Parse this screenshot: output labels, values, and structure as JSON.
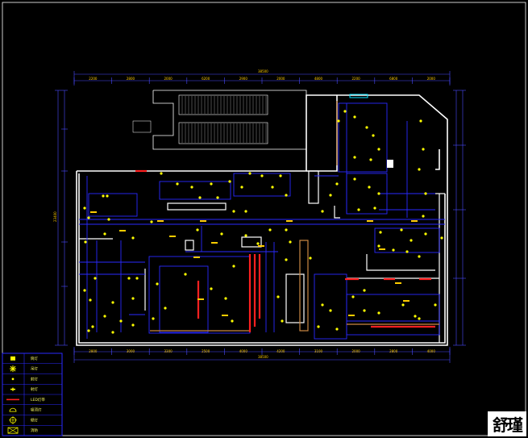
{
  "drawing": {
    "overall_width_top": "38500",
    "overall_width_bottom": "38500",
    "overall_height_left": "23400",
    "top_segments": [
      "2200",
      "2800",
      "2000",
      "6200",
      "2900",
      "2000",
      "4800",
      "2200",
      "6800",
      "2000"
    ],
    "bottom_segments": [
      "2800",
      "3000",
      "3300",
      "2500",
      "4000",
      "4200",
      "3100",
      "2000",
      "2800",
      "4000"
    ]
  },
  "legend": {
    "rows": [
      {
        "symbol": "square-lamp-icon",
        "label": "筒灯"
      },
      {
        "symbol": "chandelier-icon",
        "label": "吊灯"
      },
      {
        "symbol": "dot-lamp-icon",
        "label": "射灯"
      },
      {
        "symbol": "spot-icon",
        "label": "射灯"
      },
      {
        "symbol": "led-strip-icon",
        "label": "LED灯带"
      },
      {
        "symbol": "dome-lamp-icon",
        "label": "吸顶灯"
      },
      {
        "symbol": "target-icon",
        "label": "壁灯"
      },
      {
        "symbol": "exit-sign-icon",
        "label": "消防"
      }
    ]
  },
  "stamp": {
    "text": "舒瑾"
  },
  "colors": {
    "background": "#000000",
    "wall": "#ffffff",
    "grid": "#2a2aff",
    "dimension": "#ffcc00",
    "lamp": "#ffff00",
    "led_strip": "#ff2020",
    "wood": "#cc8844"
  }
}
